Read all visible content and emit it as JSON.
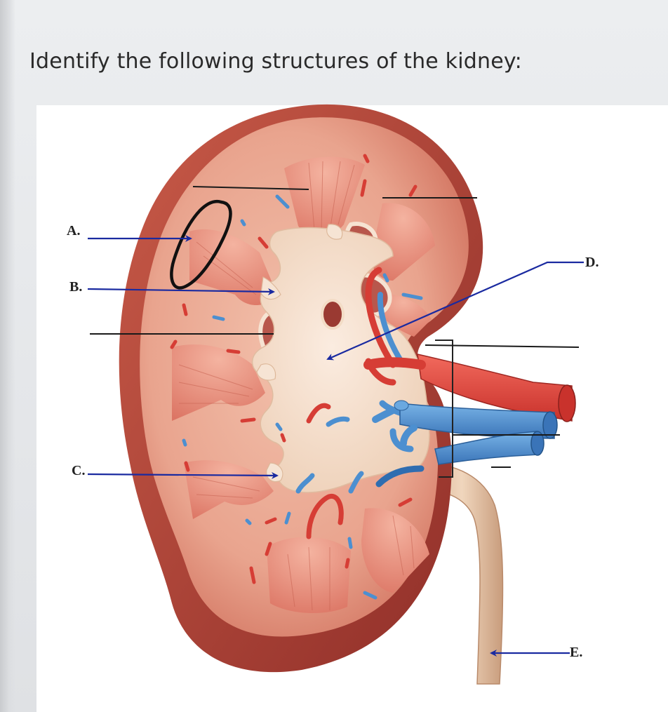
{
  "question": "Identify the following structures of the kidney:",
  "labels": {
    "a": "A.",
    "b": "B.",
    "c": "C.",
    "d": "D.",
    "e": "E."
  },
  "colors": {
    "cortex": "#e8a08a",
    "capsule": "#b5423a",
    "pyramid": "#e07e6c",
    "pelvis": "#f3dcc6",
    "artery": "#e0413a",
    "vein": "#4c8fd0",
    "ureter": "#e7c7aa",
    "arrow": "#1a2aa0",
    "pen": "#111111"
  }
}
